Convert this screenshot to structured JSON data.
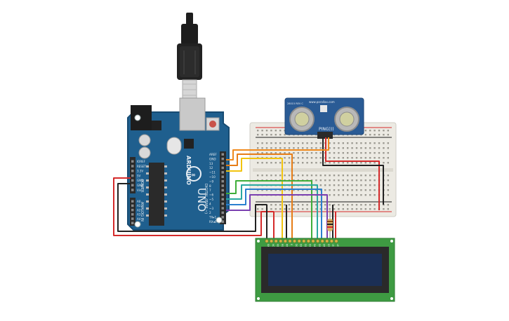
{
  "arduino": {
    "brand": "ARDUINO",
    "model": "UNO",
    "digital_header": [
      "AREF",
      "GND",
      "13",
      "12",
      "~11",
      "~10",
      "~9",
      "8",
      "7",
      "~6",
      "~5",
      "4",
      "~3",
      "2",
      "TX▸1",
      "RX◂0"
    ],
    "power_header": [
      "IOREF",
      "RESET",
      "3.3V",
      "5V",
      "GND",
      "GND",
      "Vin"
    ],
    "analog_header": [
      "A0",
      "A1",
      "A2",
      "A3",
      "A4",
      "A5"
    ],
    "label_digital": "DIGITAL (PWM ~)",
    "label_power": "POWER",
    "label_analog": "ANALOG IN",
    "colors": {
      "board": "#1f5f8e",
      "board_edge": "#174b72",
      "header": "#2b2b2b"
    }
  },
  "usb_cable": {
    "icon": "usb-cable-icon",
    "color": "#1d1d1d"
  },
  "sensor": {
    "name": "PING)))",
    "top_text": "www.parallax.com",
    "id_text": "28015 REV C",
    "colors": {
      "pcb": "#2a5b95",
      "transducer": "#b8b8b8"
    }
  },
  "breadboard": {
    "color": "#eceae3",
    "rail_colors": {
      "plus": "#d62b2b",
      "minus": "#1e1e1e"
    }
  },
  "lcd": {
    "pins": [
      "GND",
      "VCC",
      "V0",
      "RS",
      "RW",
      "E",
      "D0",
      "D1",
      "D2",
      "D3",
      "D4",
      "D5",
      "D6",
      "D7",
      "LED",
      "LED"
    ],
    "colors": {
      "pcb": "#3e9b42",
      "bezel": "#2a2a2a",
      "screen": "#1b2f55"
    }
  },
  "resistor": {
    "icon": "resistor-icon",
    "body_color": "#d9b46a"
  },
  "wires": [
    {
      "name": "wire-5v-red",
      "color": "#d52b2b"
    },
    {
      "name": "wire-gnd-black",
      "color": "#222222"
    },
    {
      "name": "wire-orange-d13",
      "color": "#f08a1d"
    },
    {
      "name": "wire-orange-d12",
      "color": "#e67d17"
    },
    {
      "name": "wire-yellow-d11",
      "color": "#f2c40f"
    },
    {
      "name": "wire-green-d5",
      "color": "#3fae3a"
    },
    {
      "name": "wire-teal-d4",
      "color": "#2aa8a0"
    },
    {
      "name": "wire-blue-d3",
      "color": "#2a7fd0"
    },
    {
      "name": "wire-purple-d2",
      "color": "#7a3fb0"
    },
    {
      "name": "wire-black-sensor",
      "color": "#222222"
    },
    {
      "name": "wire-red-sensor",
      "color": "#d52b2b"
    }
  ]
}
